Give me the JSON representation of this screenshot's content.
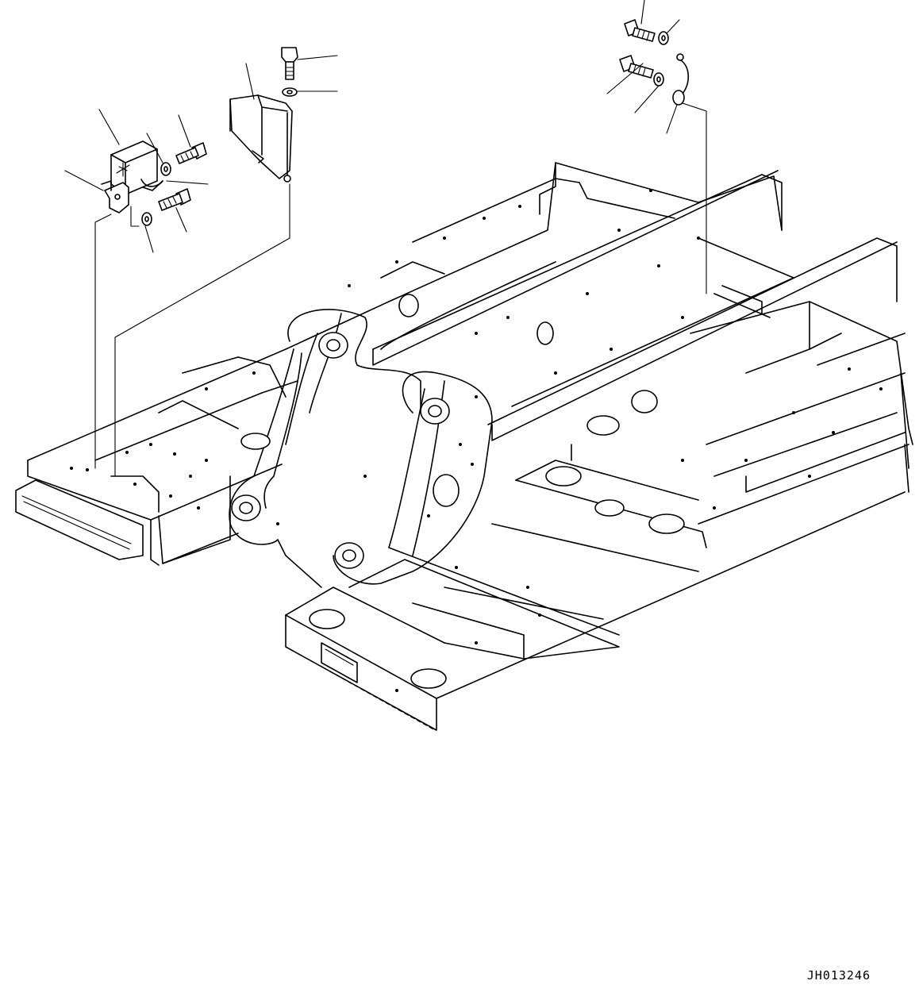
{
  "drawing": {
    "drawing_id": "JH013246"
  },
  "parts": [
    {
      "name": "work-lamp"
    },
    {
      "name": "lamp-bracket"
    },
    {
      "name": "lamp-cover"
    },
    {
      "name": "hex-bolt"
    },
    {
      "name": "washer"
    },
    {
      "name": "ground-cable"
    },
    {
      "name": "revolving-frame"
    }
  ]
}
